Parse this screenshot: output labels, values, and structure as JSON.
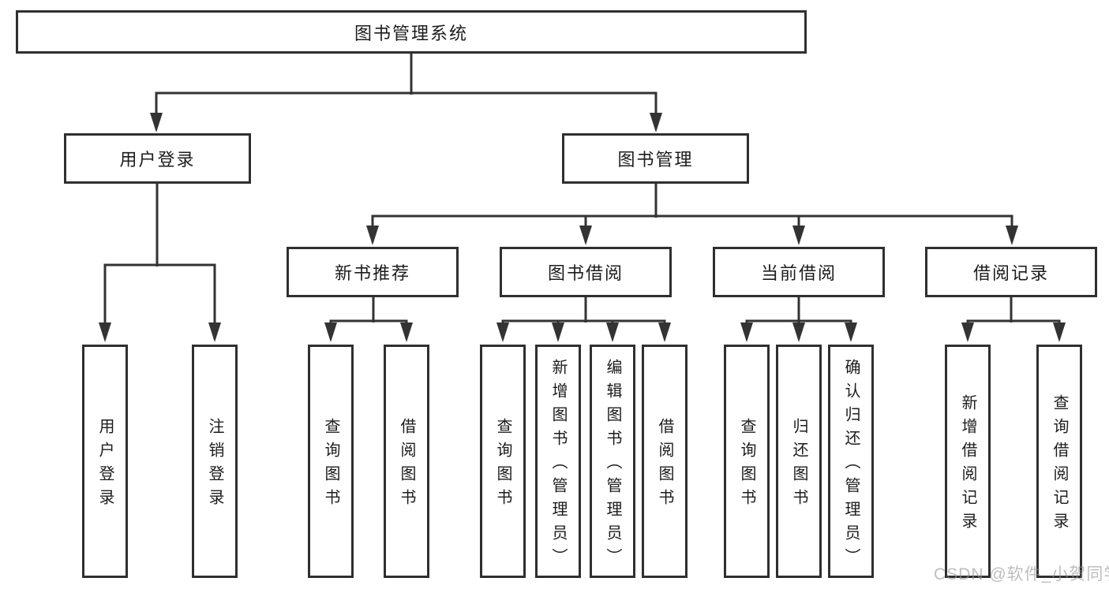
{
  "diagram": {
    "title_node": {
      "label": "图书管理系统"
    },
    "level1": [
      {
        "label": "用户登录"
      },
      {
        "label": "图书管理"
      }
    ],
    "level2": [
      {
        "label": "新书推荐",
        "parent": "图书管理"
      },
      {
        "label": "图书借阅",
        "parent": "图书管理"
      },
      {
        "label": "当前借阅",
        "parent": "图书管理"
      },
      {
        "label": "借阅记录",
        "parent": "图书管理"
      }
    ],
    "leaves": [
      {
        "label": "用户登录",
        "parent": "用户登录"
      },
      {
        "label": "注销登录",
        "parent": "用户登录"
      },
      {
        "label": "查询图书",
        "parent": "新书推荐"
      },
      {
        "label": "借阅图书",
        "parent": "新书推荐"
      },
      {
        "label": "查询图书",
        "parent": "图书借阅"
      },
      {
        "label": "新增图书（管理员）",
        "parent": "图书借阅"
      },
      {
        "label": "编辑图书（管理员）",
        "parent": "图书借阅"
      },
      {
        "label": "借阅图书",
        "parent": "图书借阅"
      },
      {
        "label": "查询图书",
        "parent": "当前借阅"
      },
      {
        "label": "归还图书",
        "parent": "当前借阅"
      },
      {
        "label": "确认归还（管理员）",
        "parent": "当前借阅"
      },
      {
        "label": "新增借阅记录",
        "parent": "借阅记录"
      },
      {
        "label": "查询借阅记录",
        "parent": "借阅记录"
      }
    ],
    "colors": {
      "line": "#333333",
      "border": "#2f2f2f",
      "text": "#1c1c1c",
      "background": "#ffffff",
      "watermark": "#969696"
    }
  },
  "watermark": {
    "text": "CSDN @软件_小贺同学"
  }
}
